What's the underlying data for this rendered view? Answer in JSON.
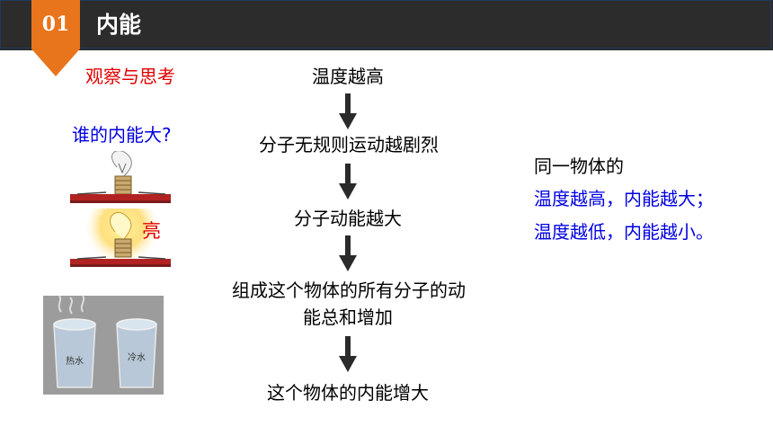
{
  "header": {
    "section_number": "01",
    "title": "内能"
  },
  "left": {
    "observe_label": "观察与思考",
    "question": "谁的内能大?",
    "bright_label": "亮",
    "hot_water_label": "热水",
    "cold_water_label": "冷水"
  },
  "flow": {
    "steps": [
      "温度越高",
      "分子无规则运动越剧烈",
      "分子动能越大",
      "组成这个物体的所有分子的动",
      "能总和增加",
      "这个物体的内能增大"
    ]
  },
  "conclusion": {
    "intro": "同一物体的",
    "line1": "温度越高，内能越大；",
    "line2": "温度越低，内能越小。"
  },
  "colors": {
    "header_bg": "#2c2c2c",
    "badge": "#e8751c",
    "red_text": "#e00000",
    "blue_text": "#0000e0"
  }
}
